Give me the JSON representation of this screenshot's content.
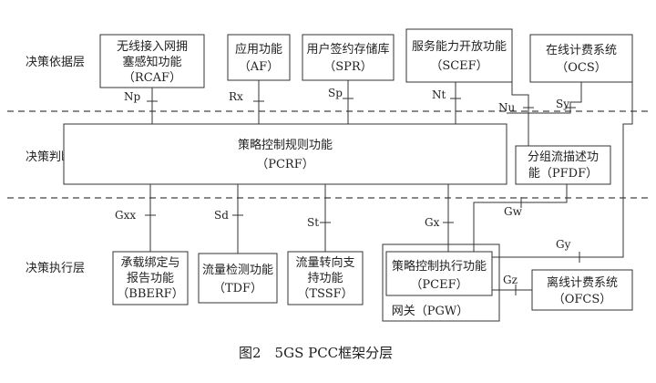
{
  "layers": {
    "decision_basis": "决策依据层",
    "decision_judgment": "决策判断层",
    "decision_execution": "决策执行层"
  },
  "boxes": {
    "rcaf": [
      "无线接入网拥",
      "塞感知功能",
      "（RCAF）"
    ],
    "af": [
      "应用功能",
      "（AF）"
    ],
    "spr": [
      "用户签约存储库",
      "（SPR）"
    ],
    "scef": [
      "服务能力开放功能",
      "（SCEF）"
    ],
    "ocs": [
      "在线计费系统",
      "（OCS）"
    ],
    "pcrf": [
      "策略控制规则功能",
      "（PCRF）"
    ],
    "pfdf": [
      "分组流描述功",
      "能（PFDF）"
    ],
    "bberf": [
      "承载绑定与",
      "报告功能",
      "（BBERF）"
    ],
    "tdf": [
      "流量检测功能",
      "（TDF）"
    ],
    "tssf": [
      "流量转向支",
      "持功能",
      "（TSSF）"
    ],
    "pcef": [
      "策略控制执行功能",
      "（PCEF）"
    ],
    "pgw": "网关（PGW）",
    "ofcs": [
      "离线计费系统",
      "（OFCS）"
    ]
  },
  "interfaces": {
    "np": "Np",
    "rx": "Rx",
    "sp": "Sp",
    "nt": "Nt",
    "nu": "Nu",
    "sy": "Sy",
    "gxx": "Gxx",
    "sd": "Sd",
    "st": "St",
    "gx": "Gx",
    "gw": "Gw",
    "gy": "Gy",
    "gz": "Gz"
  },
  "caption": "图2　5GS PCC框架分层"
}
